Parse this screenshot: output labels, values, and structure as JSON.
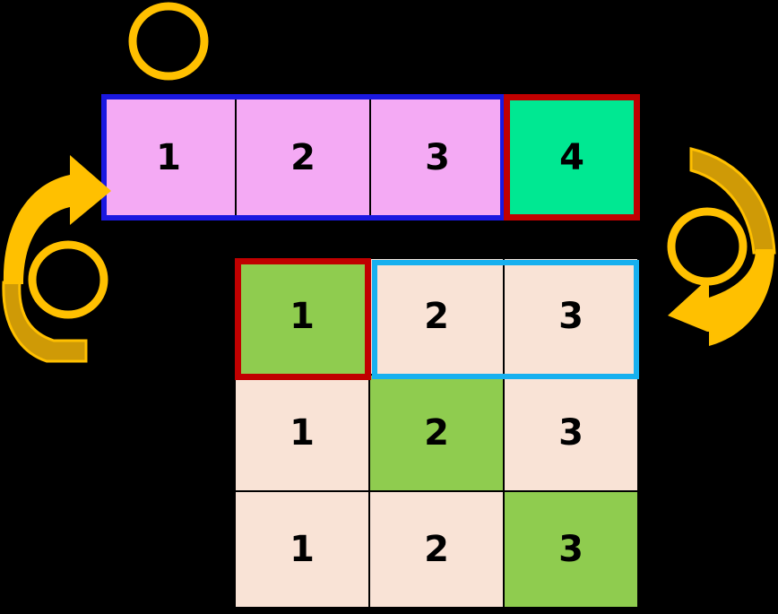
{
  "diagram": {
    "title": "array-rotation-diagram",
    "colors": {
      "background": "#000000",
      "pink_cell": "#f4aaf4",
      "spring_green_cell": "#00e892",
      "cream_cell": "#f9e3d6",
      "olive_green_cell": "#8fcc4f",
      "blue_outline": "#1a18e0",
      "red_outline": "#c00000",
      "cyan_outline": "#17b0ef",
      "golden_arrow": "#ffc000",
      "golden_arrow_dark": "#cf9a06",
      "cell_text": "#000000",
      "cell_divider": "#000000"
    },
    "top_row": {
      "name": "top-row-array",
      "cells": [
        {
          "label": "1",
          "fill": "pink",
          "outline": "blue"
        },
        {
          "label": "2",
          "fill": "pink",
          "outline": "blue"
        },
        {
          "label": "3",
          "fill": "pink",
          "outline": "blue"
        },
        {
          "label": "4",
          "fill": "spring",
          "outline": "red"
        }
      ]
    },
    "grid": {
      "name": "lower-3x3-grid",
      "rows": [
        [
          {
            "label": "1",
            "fill": "olive",
            "outline": "red"
          },
          {
            "label": "2",
            "fill": "cream",
            "outline": "cyan"
          },
          {
            "label": "3",
            "fill": "cream",
            "outline": "cyan"
          }
        ],
        [
          {
            "label": "1",
            "fill": "cream",
            "outline": "none"
          },
          {
            "label": "2",
            "fill": "olive",
            "outline": "none"
          },
          {
            "label": "3",
            "fill": "cream",
            "outline": "none"
          }
        ],
        [
          {
            "label": "1",
            "fill": "cream",
            "outline": "none"
          },
          {
            "label": "2",
            "fill": "cream",
            "outline": "none"
          },
          {
            "label": "3",
            "fill": "olive",
            "outline": "none"
          }
        ]
      ]
    },
    "glyphs": [
      {
        "name": "ring-top-icon",
        "shape": "ring"
      },
      {
        "name": "rotate-counterclockwise-icon",
        "shape": "curved-arrow-up-right-with-ring"
      },
      {
        "name": "rotate-clockwise-icon",
        "shape": "curved-arrow-down-left-with-ring"
      }
    ]
  }
}
